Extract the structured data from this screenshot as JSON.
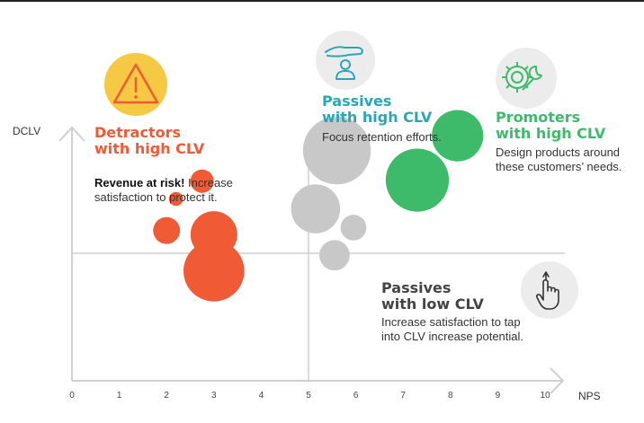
{
  "chart_data": {
    "type": "scatter",
    "subtype": "bubble-quadrant",
    "xlabel": "NPS",
    "ylabel": "DCLV",
    "xlim": [
      0,
      10
    ],
    "x_ticks": [
      "0",
      "1",
      "2",
      "3",
      "4",
      "5",
      "6",
      "7",
      "8",
      "9",
      "10"
    ],
    "divider_x": 5,
    "grid": false,
    "colors": {
      "detractors": "#f05a35",
      "passives": "#c8c8c8",
      "promoters": "#3dbb6b",
      "passives_title": "#2aa6b8",
      "axis": "#cfcfcf",
      "warning": "#f6c944"
    },
    "series": [
      {
        "group": "detractors",
        "points": [
          {
            "x": 2.75,
            "y": 0.73,
            "size": 1
          },
          {
            "x": 2.2,
            "y": 0.55,
            "size": 0.6
          },
          {
            "x": 2.0,
            "y": 0.23,
            "size": 1.15
          },
          {
            "x": 3.0,
            "y": 0.19,
            "size": 2.0
          },
          {
            "x": 3.0,
            "y": -0.18,
            "size": 2.6
          }
        ]
      },
      {
        "group": "passives",
        "points": [
          {
            "x": 5.6,
            "y": 1.04,
            "size": 2.9
          },
          {
            "x": 5.15,
            "y": 0.45,
            "size": 2.1
          },
          {
            "x": 5.95,
            "y": 0.26,
            "size": 1.1
          },
          {
            "x": 5.55,
            "y": -0.02,
            "size": 1.3
          }
        ]
      },
      {
        "group": "promoters",
        "points": [
          {
            "x": 7.3,
            "y": 0.74,
            "size": 2.7
          },
          {
            "x": 8.15,
            "y": 1.19,
            "size": 2.2
          }
        ]
      }
    ]
  },
  "quadrants": {
    "detractors": {
      "title": "Detractors\nwith high CLV",
      "lead": "Revenue at risk!",
      "text": " Increase\nsatisfaction to protect it.",
      "icon": "warning-icon"
    },
    "passives_high": {
      "title": "Passives\nwith high CLV",
      "text": "Focus retention efforts.",
      "icon": "hand-person-icon"
    },
    "promoters": {
      "title": "Promoters\nwith high CLV",
      "text": "Design products around\nthese customers’ needs.",
      "icon": "gear-wrench-icon"
    },
    "passives_low": {
      "title": "Passives\nwith low CLV",
      "text": "Increase satisfaction to tap\ninto CLV increase potential.",
      "icon": "pointer-hand-icon"
    }
  }
}
